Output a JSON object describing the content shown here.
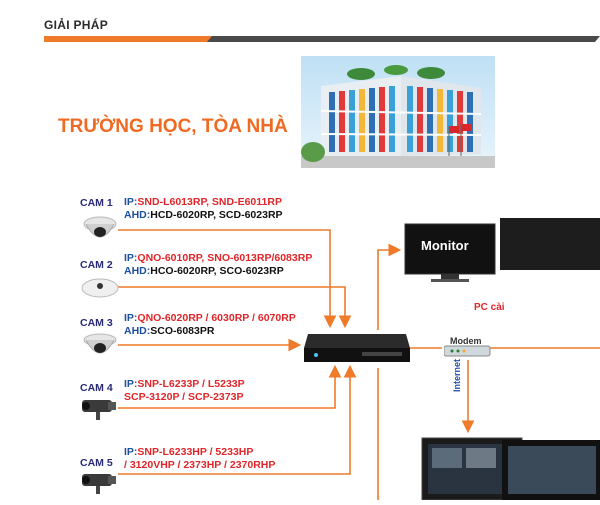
{
  "header": {
    "section": "GIẢI PHÁP"
  },
  "title": "TRƯỜNG HỌC, TÒA NHÀ",
  "colors": {
    "accent": "#ef7a2a",
    "dark_bar": "#4a4a4a",
    "ip_blue": "#1d4f9e",
    "model_red": "#e0262a"
  },
  "cameras": [
    {
      "label": "CAM 1",
      "ip_prefix": "IP:",
      "ip_models": "SND-L6013RP,  SND-E6011RP",
      "ahd_prefix": "AHD:",
      "ahd_models": "HCD-6020RP, SCD-6023RP",
      "icon": "dome-camera-icon"
    },
    {
      "label": "CAM 2",
      "ip_prefix": "IP:",
      "ip_models": "QNO-6010RP, SNO-6013RP/6083RP",
      "ahd_prefix": "AHD:",
      "ahd_models": "HCO-6020RP, SCO-6023RP",
      "icon": "flat-dome-camera-icon"
    },
    {
      "label": "CAM 3",
      "ip_prefix": "IP:",
      "ip_models": "QNO-6020RP / 6030RP / 6070RP",
      "ahd_prefix": "AHD:",
      "ahd_models": "SCO-6083PR",
      "icon": "dome-camera-icon"
    },
    {
      "label": "CAM 4",
      "ip_prefix": "IP:",
      "ip_models": "SNP-L6233P / L5233P",
      "line2": "SCP-3120P / SCP-2373P",
      "icon": "bullet-camera-icon"
    },
    {
      "label": "CAM 5",
      "ip_prefix": "IP:",
      "ip_models": "SNP-L6233HP /  5233HP",
      "line2": "/ 3120VHP / 2373HP / 2370RHP",
      "icon": "bullet-camera-icon"
    }
  ],
  "devices": {
    "monitor": "Monitor",
    "pc": "PC cài",
    "modem": "Modem",
    "internet": "Internet"
  }
}
